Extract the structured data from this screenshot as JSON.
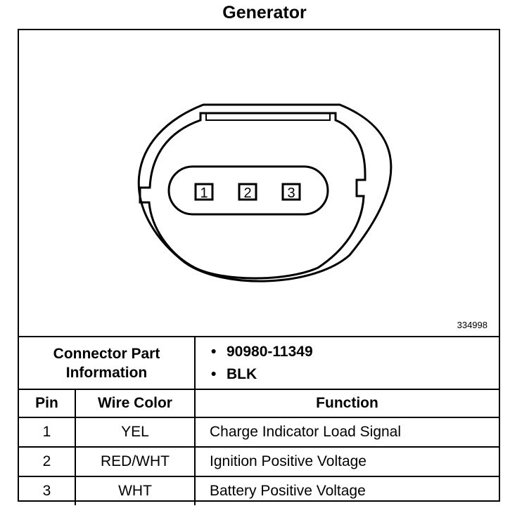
{
  "title": "Generator",
  "figure_id": "334998",
  "connector": {
    "pins": [
      "1",
      "2",
      "3"
    ]
  },
  "part_info": {
    "label_line1": "Connector Part",
    "label_line2": "Information",
    "values": [
      "90980-11349",
      "BLK"
    ],
    "bullet": "•"
  },
  "pin_table": {
    "headers": {
      "pin": "Pin",
      "wire_color": "Wire Color",
      "function": "Function"
    },
    "rows": [
      {
        "pin": "1",
        "wire_color": "YEL",
        "function": "Charge Indicator Load Signal"
      },
      {
        "pin": "2",
        "wire_color": "RED/WHT",
        "function": "Ignition Positive Voltage"
      },
      {
        "pin": "3",
        "wire_color": "WHT",
        "function": "Battery Positive Voltage"
      }
    ]
  }
}
